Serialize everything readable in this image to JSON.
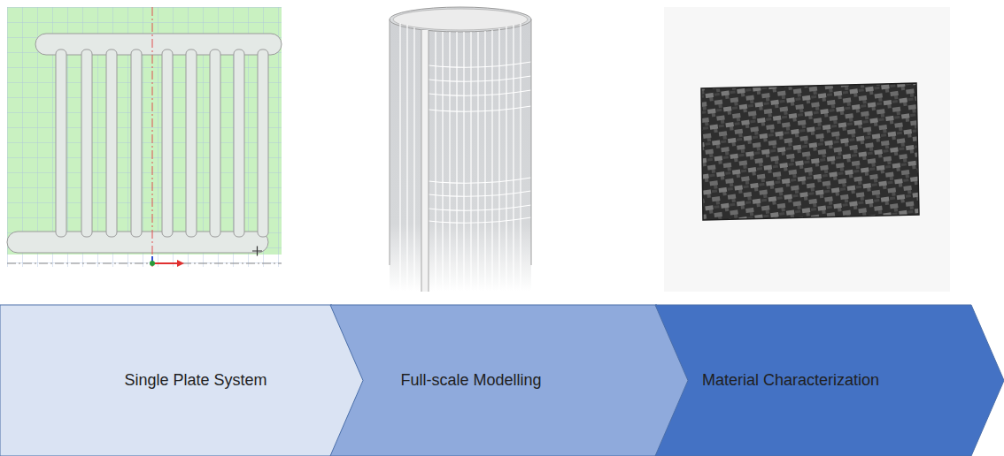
{
  "diagram": {
    "nodes": [
      {
        "text": [
          "Single Plate System"
        ]
      },
      {
        "text": [
          "Full-scale Modelling"
        ]
      },
      {
        "text": [
          "Material Characterization"
        ]
      }
    ]
  }
}
